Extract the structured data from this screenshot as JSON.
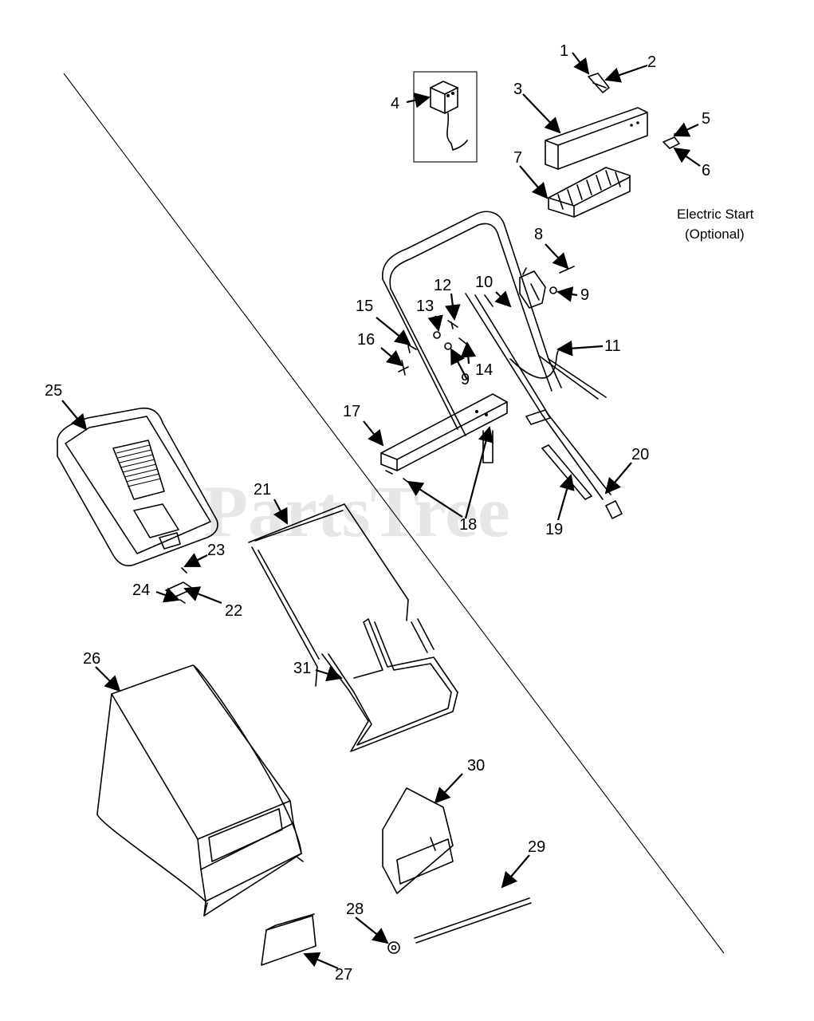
{
  "watermark": "PartsTree",
  "caption": {
    "line1": "Electric Start",
    "line2": "(Optional)"
  },
  "callouts": [
    {
      "id": "c1",
      "text": "1"
    },
    {
      "id": "c2",
      "text": "2"
    },
    {
      "id": "c3",
      "text": "3"
    },
    {
      "id": "c4",
      "text": "4"
    },
    {
      "id": "c5",
      "text": "5"
    },
    {
      "id": "c6",
      "text": "6"
    },
    {
      "id": "c7",
      "text": "7"
    },
    {
      "id": "c8",
      "text": "8"
    },
    {
      "id": "c9a",
      "text": "9"
    },
    {
      "id": "c9b",
      "text": "9"
    },
    {
      "id": "c10",
      "text": "10"
    },
    {
      "id": "c11",
      "text": "11"
    },
    {
      "id": "c12",
      "text": "12"
    },
    {
      "id": "c13",
      "text": "13"
    },
    {
      "id": "c14",
      "text": "14"
    },
    {
      "id": "c15",
      "text": "15"
    },
    {
      "id": "c16",
      "text": "16"
    },
    {
      "id": "c17",
      "text": "17"
    },
    {
      "id": "c18",
      "text": "18"
    },
    {
      "id": "c19",
      "text": "19"
    },
    {
      "id": "c20",
      "text": "20"
    },
    {
      "id": "c21",
      "text": "21"
    },
    {
      "id": "c22",
      "text": "22"
    },
    {
      "id": "c23",
      "text": "23"
    },
    {
      "id": "c24",
      "text": "24"
    },
    {
      "id": "c25",
      "text": "25"
    },
    {
      "id": "c26",
      "text": "26"
    },
    {
      "id": "c27",
      "text": "27"
    },
    {
      "id": "c28",
      "text": "28"
    },
    {
      "id": "c29",
      "text": "29"
    },
    {
      "id": "c30",
      "text": "30"
    },
    {
      "id": "c31",
      "text": "31"
    }
  ]
}
